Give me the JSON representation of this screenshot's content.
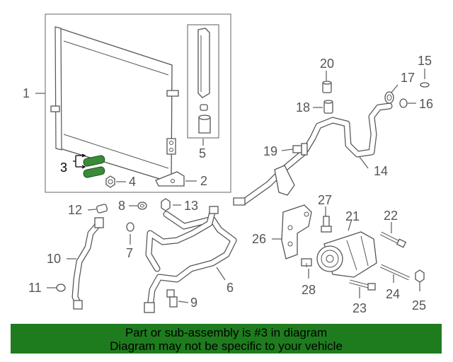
{
  "colors": {
    "highlight": "#3a8a3a",
    "banner": "#1e7c1e"
  },
  "callouts": {
    "c1": "1",
    "c2": "2",
    "c3": "3",
    "c4": "4",
    "c5": "5",
    "c6": "6",
    "c7": "7",
    "c8": "8",
    "c9": "9",
    "c10": "10",
    "c11": "11",
    "c12": "12",
    "c13": "13",
    "c14": "14",
    "c15": "15",
    "c16": "16",
    "c17": "17",
    "c18": "18",
    "c19": "19",
    "c20": "20",
    "c21": "21",
    "c22": "22",
    "c23": "23",
    "c24": "24",
    "c25": "25",
    "c26": "26",
    "c27": "27",
    "c28": "28"
  },
  "banner": {
    "line1": "Part or sub-assembly is #3 in diagram",
    "line2": "Diagram may not be specific to your vehicle"
  }
}
